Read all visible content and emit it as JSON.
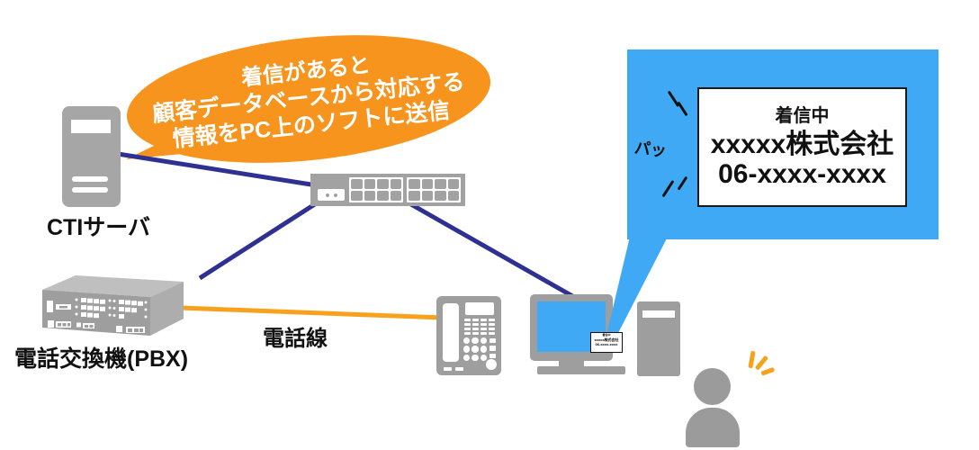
{
  "diagram": {
    "bubble": {
      "line1": "着信があると",
      "line2": "顧客データベースから対応する",
      "line3": "情報をPC上のソフトに送信"
    },
    "callout": {
      "status": "着信中",
      "company": "xxxxx株式会社",
      "phone_number": "06-xxxx-xxxx",
      "sound_effect": "パッ"
    },
    "labels": {
      "cti_server": "CTIサーバ",
      "pbx": "電話交換機(PBX)",
      "phone_line": "電話線"
    },
    "colors": {
      "orange": "#F7941D",
      "callout_blue": "#3FA9F5",
      "lan_line_navy": "#2E3192",
      "phone_line_orange": "#F7A11D",
      "device_gray": "#9E9E9E"
    }
  }
}
